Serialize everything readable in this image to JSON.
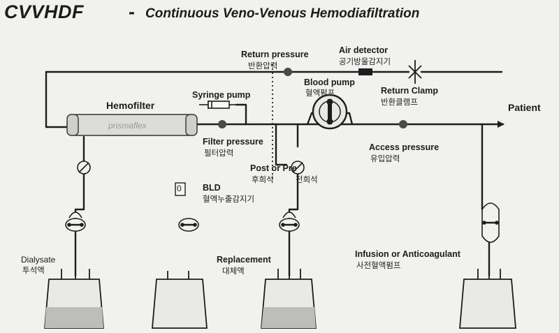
{
  "title": {
    "abbr": "CVVHDF",
    "dash": "-",
    "full": "Continuous Veno-Venous Hemodiafiltration"
  },
  "labels": {
    "return_pressure": "Return pressure",
    "return_pressure_ko": "반환압력",
    "air_detector": "Air detector",
    "air_detector_ko": "공기방울감지기",
    "blood_pump": "Blood pump",
    "blood_pump_ko": "혈액펌프",
    "return_clamp": "Return Clamp",
    "return_clamp_ko": "반환클램프",
    "patient": "Patient",
    "hemofilter": "Hemofilter",
    "filter_brand": "prismaflex",
    "syringe_pump": "Syringe pump",
    "filter_pressure": "Filter pressure",
    "filter_pressure_ko": "필터압력",
    "access_pressure": "Access pressure",
    "access_pressure_ko": "유입압력",
    "post_or_pre": "Post  or  Pre",
    "post_ko": "후희석",
    "pre_ko": "전희석",
    "bld": "BLD",
    "bld_ko": "혈액누출감지기",
    "bld_box": "0",
    "dialysate": "Dialysate",
    "dialysate_ko": "투석액",
    "replacement": "Replacement",
    "replacement_ko": "대체액",
    "infusion": "Infusion or Anticoagulant",
    "infusion_ko": "사전혈액펌프"
  }
}
